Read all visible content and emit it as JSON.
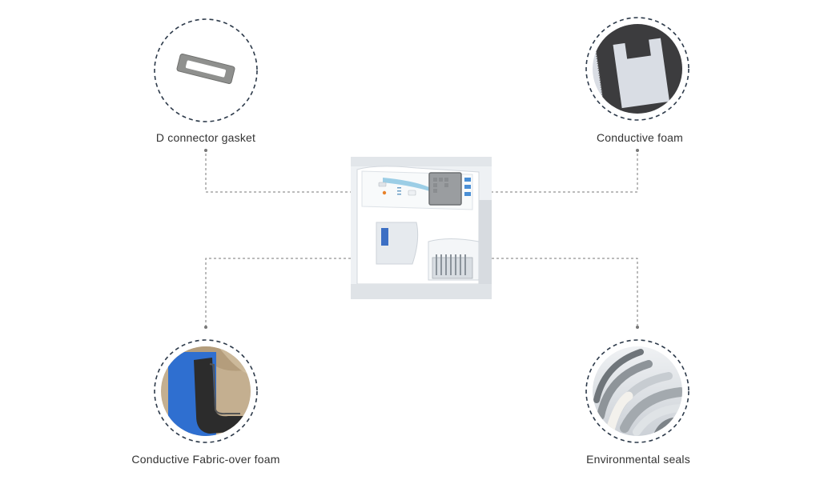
{
  "nodes": {
    "top_left": {
      "label": "D connector gasket",
      "icon": "d-connector-gasket-icon"
    },
    "top_right": {
      "label": "Conductive foam",
      "icon": "conductive-foam-icon"
    },
    "bottom_left": {
      "label": "Conductive Fabric-over foam",
      "icon": "fabric-over-foam-icon"
    },
    "bottom_right": {
      "label": "Environmental seals",
      "icon": "environmental-seals-icon"
    },
    "center": {
      "icon": "medical-analyzer-icon"
    }
  },
  "colors": {
    "ring": "#2d3a4a",
    "connector": "#777777",
    "label": "#333333",
    "fabric_blue": "#2f6fd0",
    "foam_dark": "#3a3a3a"
  }
}
